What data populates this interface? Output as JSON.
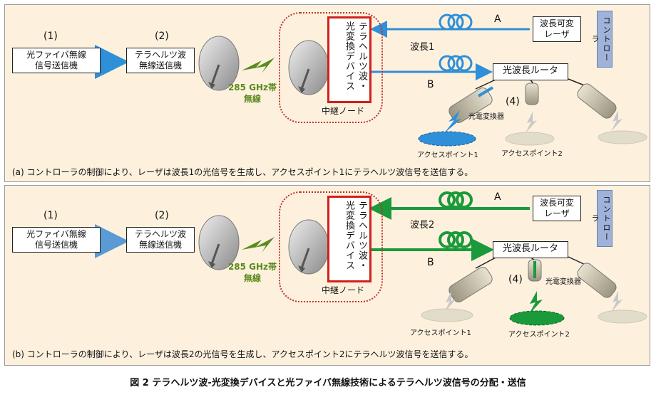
{
  "panel_a": {
    "num1": "(1)",
    "num2": "(2)",
    "tx_box": [
      "光ファイバ無線",
      "信号送信機"
    ],
    "thz_tx_box": [
      "テラヘルツ波",
      "無線送信機"
    ],
    "wireless": [
      "285 GHz帯",
      "無線"
    ],
    "device": "テラヘルツ波・光変換デバイス",
    "relay_node": "中継ノード",
    "label_A": "A",
    "label_B": "B",
    "wavelength": "波長1",
    "laser_box": [
      "波長可変",
      "レーザ"
    ],
    "router_box": "光波長ルータ",
    "controller": "コントローラ",
    "num4": "(4)",
    "converter": "光電変換器",
    "ap1": "アクセスポイント1",
    "ap2": "アクセスポイント2",
    "caption": "(a) コントローラの制御により、レーザは波長1の光信号を生成し、アクセスポイント1にテラヘルツ波信号を送信する。",
    "accent": "#2f8fd8"
  },
  "panel_b": {
    "num1": "(1)",
    "num2": "(2)",
    "tx_box": [
      "光ファイバ無線",
      "信号送信機"
    ],
    "thz_tx_box": [
      "テラヘルツ波",
      "無線送信機"
    ],
    "wireless": [
      "285 GHz帯",
      "無線"
    ],
    "device": "テラヘルツ波・光変換デバイス",
    "relay_node": "中継ノード",
    "label_A": "A",
    "label_B": "B",
    "wavelength": "波長2",
    "laser_box": [
      "波長可変",
      "レーザ"
    ],
    "router_box": "光波長ルータ",
    "controller": "コントローラ",
    "num4": "(4)",
    "converter": "光電変換器",
    "ap1": "アクセスポイント1",
    "ap2": "アクセスポイント2",
    "caption": "(b) コントローラの制御により、レーザは波長2の光信号を生成し、アクセスポイント2にテラヘルツ波信号を送信する。",
    "accent": "#1a9a3a"
  },
  "figure_caption": "図 2  テラヘルツ波-光変換デバイスと光ファイバ無線技術によるテラヘルツ波信号の分配・送信"
}
